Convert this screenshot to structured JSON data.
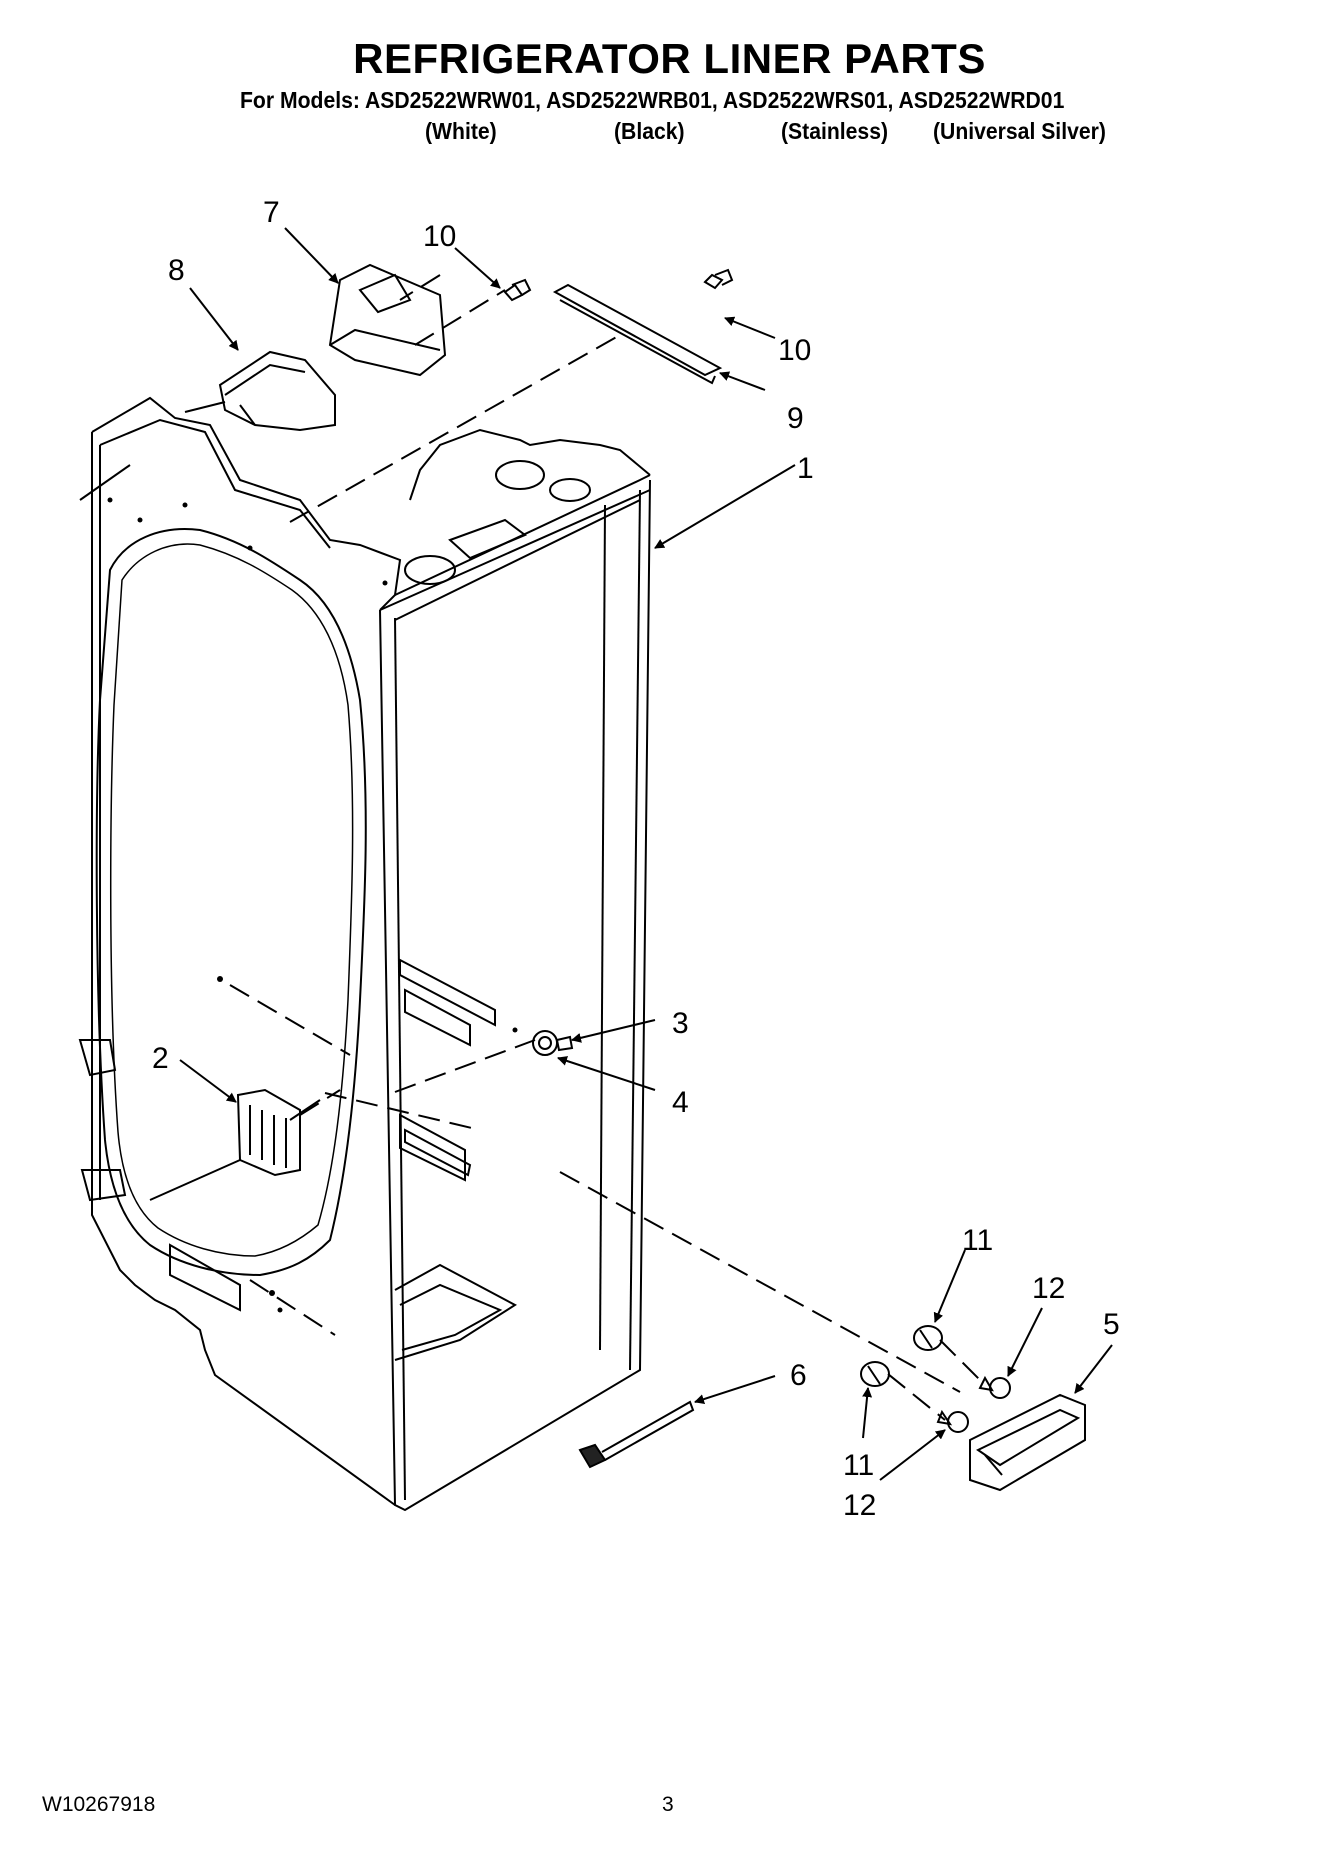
{
  "header": {
    "title": "REFRIGERATOR LINER PARTS",
    "models_line": "For Models: ASD2522WRW01, ASD2522WRB01, ASD2522WRS01, ASD2522WRD01",
    "variants": [
      "(White)",
      "(Black)",
      "(Stainless)",
      "(Universal Silver)"
    ]
  },
  "callouts": {
    "c1": "1",
    "c2": "2",
    "c3": "3",
    "c4": "4",
    "c5": "5",
    "c6": "6",
    "c7": "7",
    "c8": "8",
    "c9": "9",
    "c10a": "10",
    "c10b": "10",
    "c11a": "11",
    "c11b": "11",
    "c12a": "12",
    "c12b": "12"
  },
  "footer": {
    "doc_number": "W10267918",
    "page_number": "3"
  }
}
